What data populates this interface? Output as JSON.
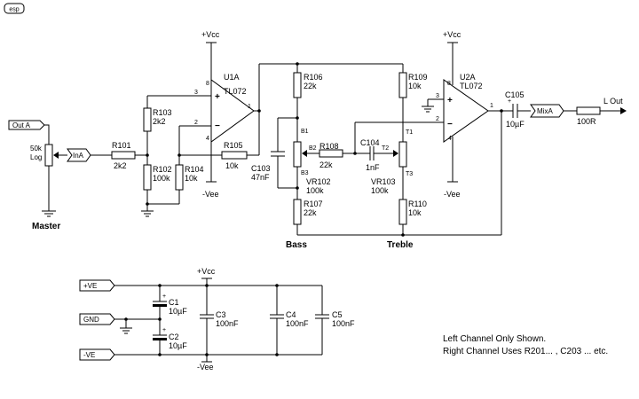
{
  "logo": "esp",
  "labels": {
    "out_a": "Out A",
    "pot_value": "50k",
    "pot_taper": "Log",
    "master": "Master",
    "in_a": "InA",
    "r101": "R101",
    "r101_val": "2k2",
    "r103": "R103",
    "r103_val": "2k2",
    "r102": "R102",
    "r102_val": "100k",
    "r104": "R104",
    "r104_val": "10k",
    "r105": "R105",
    "r105_val": "10k",
    "u1a": "U1A",
    "u1a_part": "TL072",
    "vcc": "+Vcc",
    "vee": "-Vee",
    "pin8": "8",
    "pin3": "3",
    "pin2": "2",
    "pin1": "1",
    "pin4": "4",
    "r106": "R106",
    "r106_val": "22k",
    "r107": "R107",
    "r107_val": "22k",
    "c103": "C103",
    "c103_val": "47nF",
    "vr102": "VR102",
    "vr102_val": "100k",
    "b1": "B1",
    "b2": "B2",
    "b3": "B3",
    "r108": "R108",
    "r108_val": "22k",
    "c104": "C104",
    "c104_val": "1nF",
    "t1": "T1",
    "t2": "T2",
    "t3": "T3",
    "vr103": "VR103",
    "vr103_val": "100k",
    "r109": "R109",
    "r109_val": "10k",
    "r110": "R110",
    "r110_val": "10k",
    "bass": "Bass",
    "treble": "Treble",
    "u2a": "U2A",
    "u2a_part": "TL072",
    "c105": "C105",
    "c105_val": "10µF",
    "mix_a": "MixA",
    "r100": "100R",
    "l_out": "L Out",
    "plus": "+",
    "minus": "−",
    "pos_ve": "+VE",
    "gnd": "GND",
    "neg_ve": "-VE",
    "c1": "C1",
    "c1_val": "10µF",
    "c2": "C2",
    "c2_val": "10µF",
    "c3": "C3",
    "c3_val": "100nF",
    "c4": "C4",
    "c4_val": "100nF",
    "c5": "C5",
    "c5_val": "100nF"
  },
  "notes": {
    "line1": "Left Channel Only Shown.",
    "line2": "Right Channel Uses R201... , C203 ... etc."
  }
}
